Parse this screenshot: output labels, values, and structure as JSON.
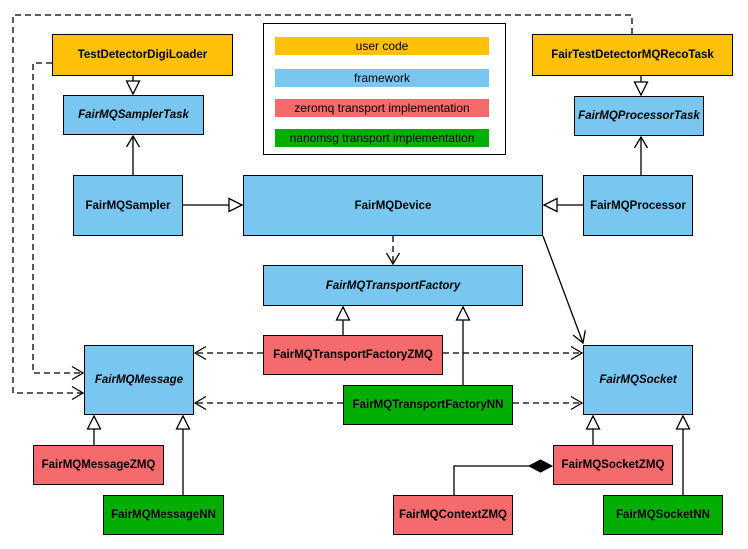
{
  "diagram": {
    "background": "#ffffff",
    "colors": {
      "user_code": "#FFC107",
      "framework": "#79C7F0",
      "zeromq": "#F56B6B",
      "nanomsg": "#03AE03",
      "border": "#000000",
      "line": "#000000"
    },
    "legend": {
      "items": [
        {
          "label": "user code",
          "category": "user_code"
        },
        {
          "label": "framework",
          "category": "framework"
        },
        {
          "label": "zeromq transport implementation",
          "category": "zeromq"
        },
        {
          "label": "nanomsg transport implementation",
          "category": "nanomsg"
        }
      ]
    },
    "nodes": {
      "digiLoader": {
        "label": "TestDetectorDigiLoader",
        "category": "user_code",
        "abstract": false
      },
      "samplerTask": {
        "label": "FairMQSamplerTask",
        "category": "framework",
        "abstract": true
      },
      "recoTask": {
        "label": "FairTestDetectorMQRecoTask",
        "category": "user_code",
        "abstract": false
      },
      "processorTask": {
        "label": "FairMQProcessorTask",
        "category": "framework",
        "abstract": true
      },
      "sampler": {
        "label": "FairMQSampler",
        "category": "framework",
        "abstract": false
      },
      "device": {
        "label": "FairMQDevice",
        "category": "framework",
        "abstract": false
      },
      "processor": {
        "label": "FairMQProcessor",
        "category": "framework",
        "abstract": false
      },
      "transportFactory": {
        "label": "FairMQTransportFactory",
        "category": "framework",
        "abstract": true
      },
      "transportFactoryZMQ": {
        "label": "FairMQTransportFactoryZMQ",
        "category": "zeromq",
        "abstract": false
      },
      "transportFactoryNN": {
        "label": "FairMQTransportFactoryNN",
        "category": "nanomsg",
        "abstract": false
      },
      "message": {
        "label": "FairMQMessage",
        "category": "framework",
        "abstract": true
      },
      "socket": {
        "label": "FairMQSocket",
        "category": "framework",
        "abstract": true
      },
      "messageZMQ": {
        "label": "FairMQMessageZMQ",
        "category": "zeromq",
        "abstract": false
      },
      "messageNN": {
        "label": "FairMQMessageNN",
        "category": "nanomsg",
        "abstract": false
      },
      "contextZMQ": {
        "label": "FairMQContextZMQ",
        "category": "zeromq",
        "abstract": false
      },
      "socketZMQ": {
        "label": "FairMQSocketZMQ",
        "category": "zeromq",
        "abstract": false
      },
      "socketNN": {
        "label": "FairMQSocketNN",
        "category": "nanomsg",
        "abstract": false
      }
    },
    "relationships": [
      {
        "from": "TestDetectorDigiLoader",
        "to": "FairMQSamplerTask",
        "type": "inheritance"
      },
      {
        "from": "FairTestDetectorMQRecoTask",
        "to": "FairMQProcessorTask",
        "type": "inheritance"
      },
      {
        "from": "FairMQSampler",
        "to": "FairMQSamplerTask",
        "type": "association"
      },
      {
        "from": "FairMQProcessor",
        "to": "FairMQProcessorTask",
        "type": "association"
      },
      {
        "from": "FairMQSampler",
        "to": "FairMQDevice",
        "type": "inheritance"
      },
      {
        "from": "FairMQProcessor",
        "to": "FairMQDevice",
        "type": "inheritance"
      },
      {
        "from": "FairMQDevice",
        "to": "FairMQTransportFactory",
        "type": "dependency"
      },
      {
        "from": "FairMQDevice",
        "to": "FairMQSocket",
        "type": "association"
      },
      {
        "from": "FairMQTransportFactoryZMQ",
        "to": "FairMQTransportFactory",
        "type": "inheritance"
      },
      {
        "from": "FairMQTransportFactoryNN",
        "to": "FairMQTransportFactory",
        "type": "inheritance"
      },
      {
        "from": "FairMQTransportFactoryZMQ",
        "to": "FairMQMessage",
        "type": "dependency"
      },
      {
        "from": "FairMQTransportFactoryZMQ",
        "to": "FairMQSocket",
        "type": "dependency"
      },
      {
        "from": "FairMQTransportFactoryNN",
        "to": "FairMQMessage",
        "type": "dependency"
      },
      {
        "from": "FairMQTransportFactoryNN",
        "to": "FairMQSocket",
        "type": "dependency"
      },
      {
        "from": "TestDetectorDigiLoader",
        "to": "FairMQMessage",
        "type": "dependency"
      },
      {
        "from": "FairTestDetectorMQRecoTask",
        "to": "FairMQMessage",
        "type": "dependency"
      },
      {
        "from": "FairMQMessageZMQ",
        "to": "FairMQMessage",
        "type": "inheritance"
      },
      {
        "from": "FairMQMessageNN",
        "to": "FairMQMessage",
        "type": "inheritance"
      },
      {
        "from": "FairMQSocketZMQ",
        "to": "FairMQSocket",
        "type": "inheritance"
      },
      {
        "from": "FairMQSocketNN",
        "to": "FairMQSocket",
        "type": "inheritance"
      },
      {
        "from": "FairMQContextZMQ",
        "to": "FairMQSocketZMQ",
        "type": "composition"
      }
    ]
  }
}
